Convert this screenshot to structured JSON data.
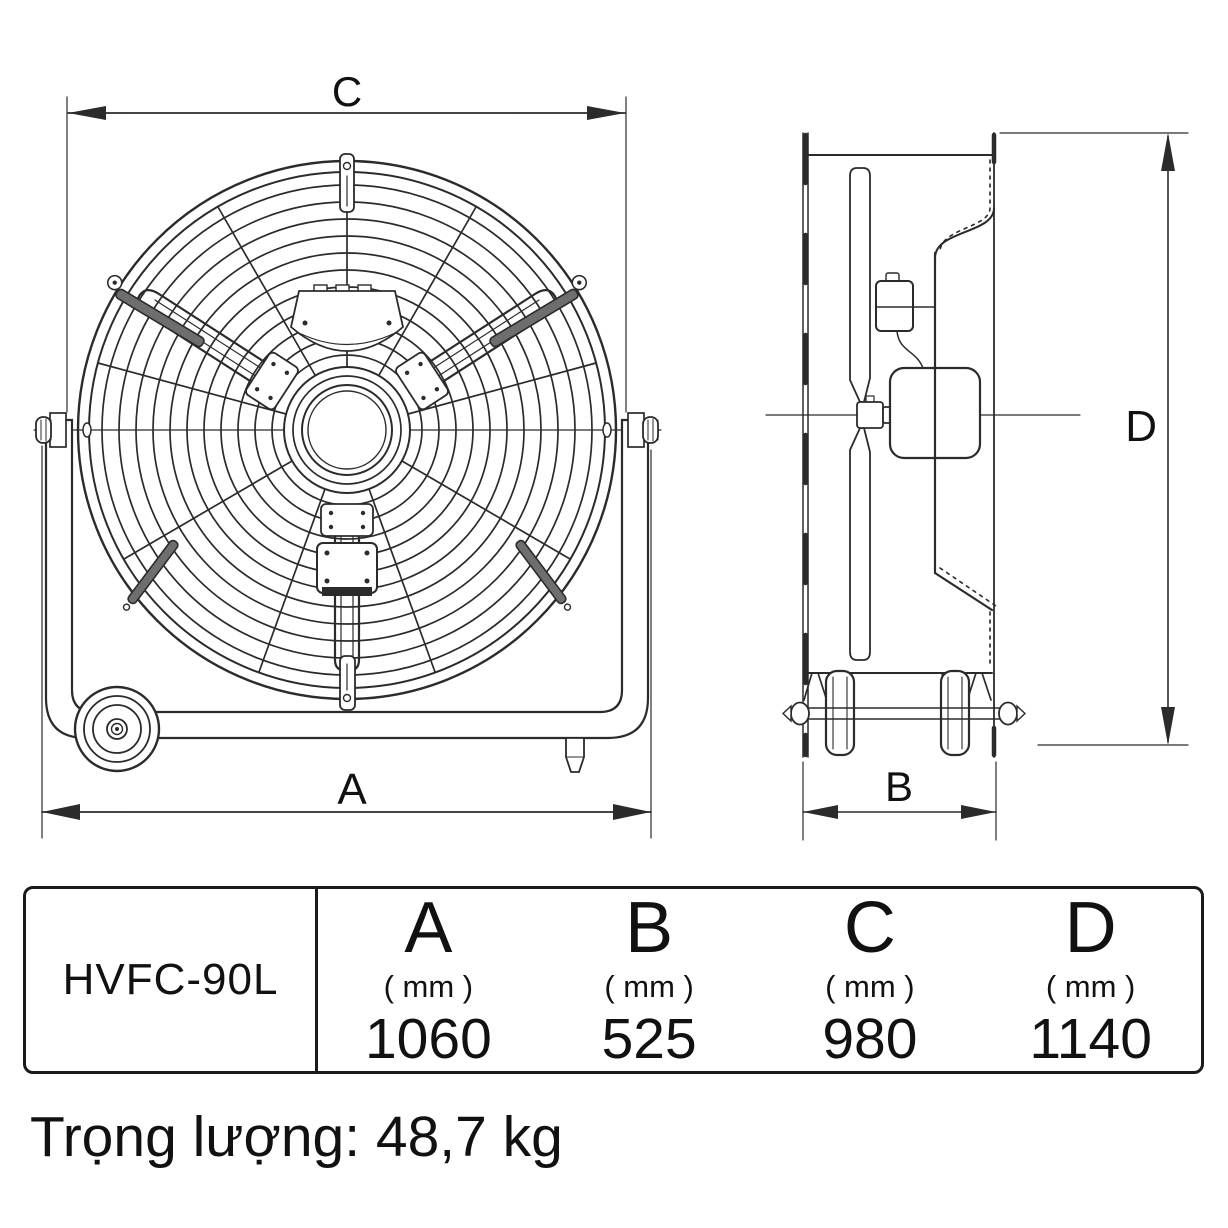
{
  "drawing": {
    "front_view": {
      "dim_top_label": "C",
      "dim_bottom_label": "A"
    },
    "side_view": {
      "dim_right_label": "D",
      "dim_bottom_label": "B"
    }
  },
  "table": {
    "model": "HVFC-90L",
    "columns": [
      {
        "letter": "A",
        "unit": "( mm )",
        "value": "1060"
      },
      {
        "letter": "B",
        "unit": "( mm )",
        "value": "525"
      },
      {
        "letter": "C",
        "unit": "( mm )",
        "value": "980"
      },
      {
        "letter": "D",
        "unit": "( mm )",
        "value": "1140"
      }
    ]
  },
  "weight_note": "Trọng lượng: 48,7 kg",
  "colors": {
    "line": "#2b2b2b",
    "text": "#111111",
    "background": "#ffffff"
  }
}
